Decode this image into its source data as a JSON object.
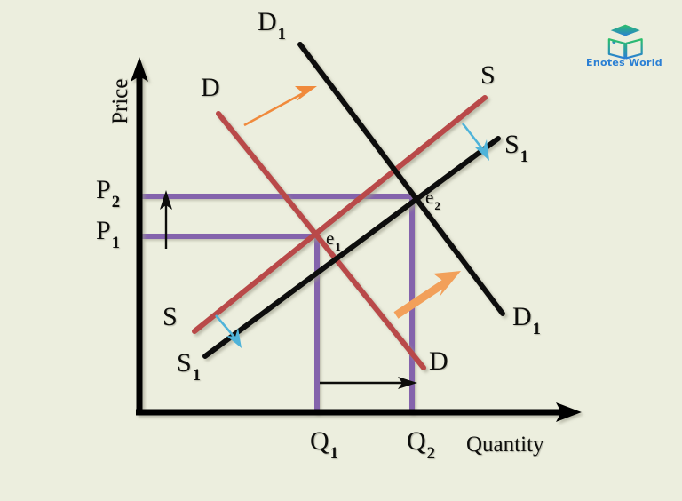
{
  "figure": {
    "background_color": "#eceede",
    "title_visible": false,
    "type": "economics-supply-demand-diagram"
  },
  "axes": {
    "y_label": "Price",
    "x_label": "Quantity",
    "axis_color": "#000000"
  },
  "curves": [
    {
      "id": "demand-original",
      "label": "D",
      "color": "#b94a48",
      "role": "original demand curve",
      "label_positions": [
        "upper-left",
        "lower-right"
      ]
    },
    {
      "id": "demand-shifted",
      "label": "D",
      "sub": "1",
      "color": "#0d0d0b",
      "role": "shifted demand curve",
      "label_positions": [
        "top",
        "right"
      ]
    },
    {
      "id": "supply-original",
      "label": "S",
      "color": "#b94a48",
      "role": "original supply curve",
      "label_positions": [
        "lower-left",
        "upper-right"
      ]
    },
    {
      "id": "supply-shifted",
      "label": "S",
      "sub": "1",
      "color": "#0d0d0b",
      "role": "shifted supply curve",
      "label_positions": [
        "lower-left",
        "right"
      ]
    }
  ],
  "labels": {
    "demand": "D",
    "demand_shift": "D",
    "supply": "S",
    "supply_shift": "S",
    "sub_one": "1",
    "sub_two": "2",
    "price_high": "P",
    "price_low": "P",
    "quantity_low": "Q",
    "quantity_high": "Q",
    "equilibrium_one": "e",
    "equilibrium_two": "e"
  },
  "equilibria": [
    {
      "name": "e",
      "sub": "1",
      "price_label": "P1",
      "quantity_label": "Q1",
      "color": "#0d0d0b"
    },
    {
      "name": "e",
      "sub": "2",
      "price_label": "P2",
      "quantity_label": "Q2",
      "color": "#0d0d0b"
    }
  ],
  "guide_lines": {
    "color": "#8464ac",
    "price_levels": [
      "P2",
      "P1"
    ],
    "quantity_levels": [
      "Q1",
      "Q2"
    ]
  },
  "shift_arrows": [
    {
      "id": "demand-shift-arrow-upper",
      "color": "#f08a3c",
      "direction": "up-right",
      "meaning": "demand increases"
    },
    {
      "id": "demand-shift-arrow-lower",
      "color": "#f2a05a",
      "direction": "up-right",
      "meaning": "demand increases"
    },
    {
      "id": "supply-shift-arrow-upper",
      "color": "#4fb3d9",
      "direction": "down-right",
      "meaning": "supply increases"
    },
    {
      "id": "supply-shift-arrow-lower",
      "color": "#4fb3d9",
      "direction": "down-right",
      "meaning": "supply increases"
    },
    {
      "id": "price-change-arrow",
      "color": "#0d0d0b",
      "direction": "up",
      "meaning": "price rises from P1 to P2"
    },
    {
      "id": "quantity-change-arrow",
      "color": "#0d0d0b",
      "direction": "right",
      "meaning": "quantity rises from Q1 to Q2"
    }
  ],
  "chart_data": {
    "type": "line",
    "title": "",
    "xlabel": "Quantity",
    "ylabel": "Price",
    "grid": false,
    "legend": "inline-curve-labels",
    "series": [
      {
        "name": "D",
        "color": "#b94a48",
        "points": [
          [
            246,
            128
          ],
          [
            475,
            412
          ]
        ]
      },
      {
        "name": "D1",
        "color": "#0d0d0b",
        "points": [
          [
            338,
            50
          ],
          [
            565,
            352
          ]
        ]
      },
      {
        "name": "S",
        "color": "#b94a48",
        "points": [
          [
            220,
            372
          ],
          [
            545,
            110
          ]
        ]
      },
      {
        "name": "S1",
        "color": "#0d0d0b",
        "points": [
          [
            232,
            400
          ],
          [
            560,
            155
          ]
        ]
      }
    ],
    "annotations": [
      {
        "text": "e1",
        "x": 360,
        "y": 266,
        "kind": "equilibrium"
      },
      {
        "text": "e2",
        "x": 467,
        "y": 221,
        "kind": "equilibrium"
      },
      {
        "text": "P1",
        "x": 157,
        "y": 266,
        "kind": "axis-tick"
      },
      {
        "text": "P2",
        "x": 157,
        "y": 221,
        "kind": "axis-tick"
      },
      {
        "text": "Q1",
        "x": 355,
        "y": 464,
        "kind": "axis-tick"
      },
      {
        "text": "Q2",
        "x": 463,
        "y": 464,
        "kind": "axis-tick"
      }
    ]
  },
  "logo": {
    "text": "Enotes World",
    "icon": "graduation-cap-book-icon",
    "color_top": "#2bbf6a",
    "color_bottom": "#2a7fd4"
  }
}
